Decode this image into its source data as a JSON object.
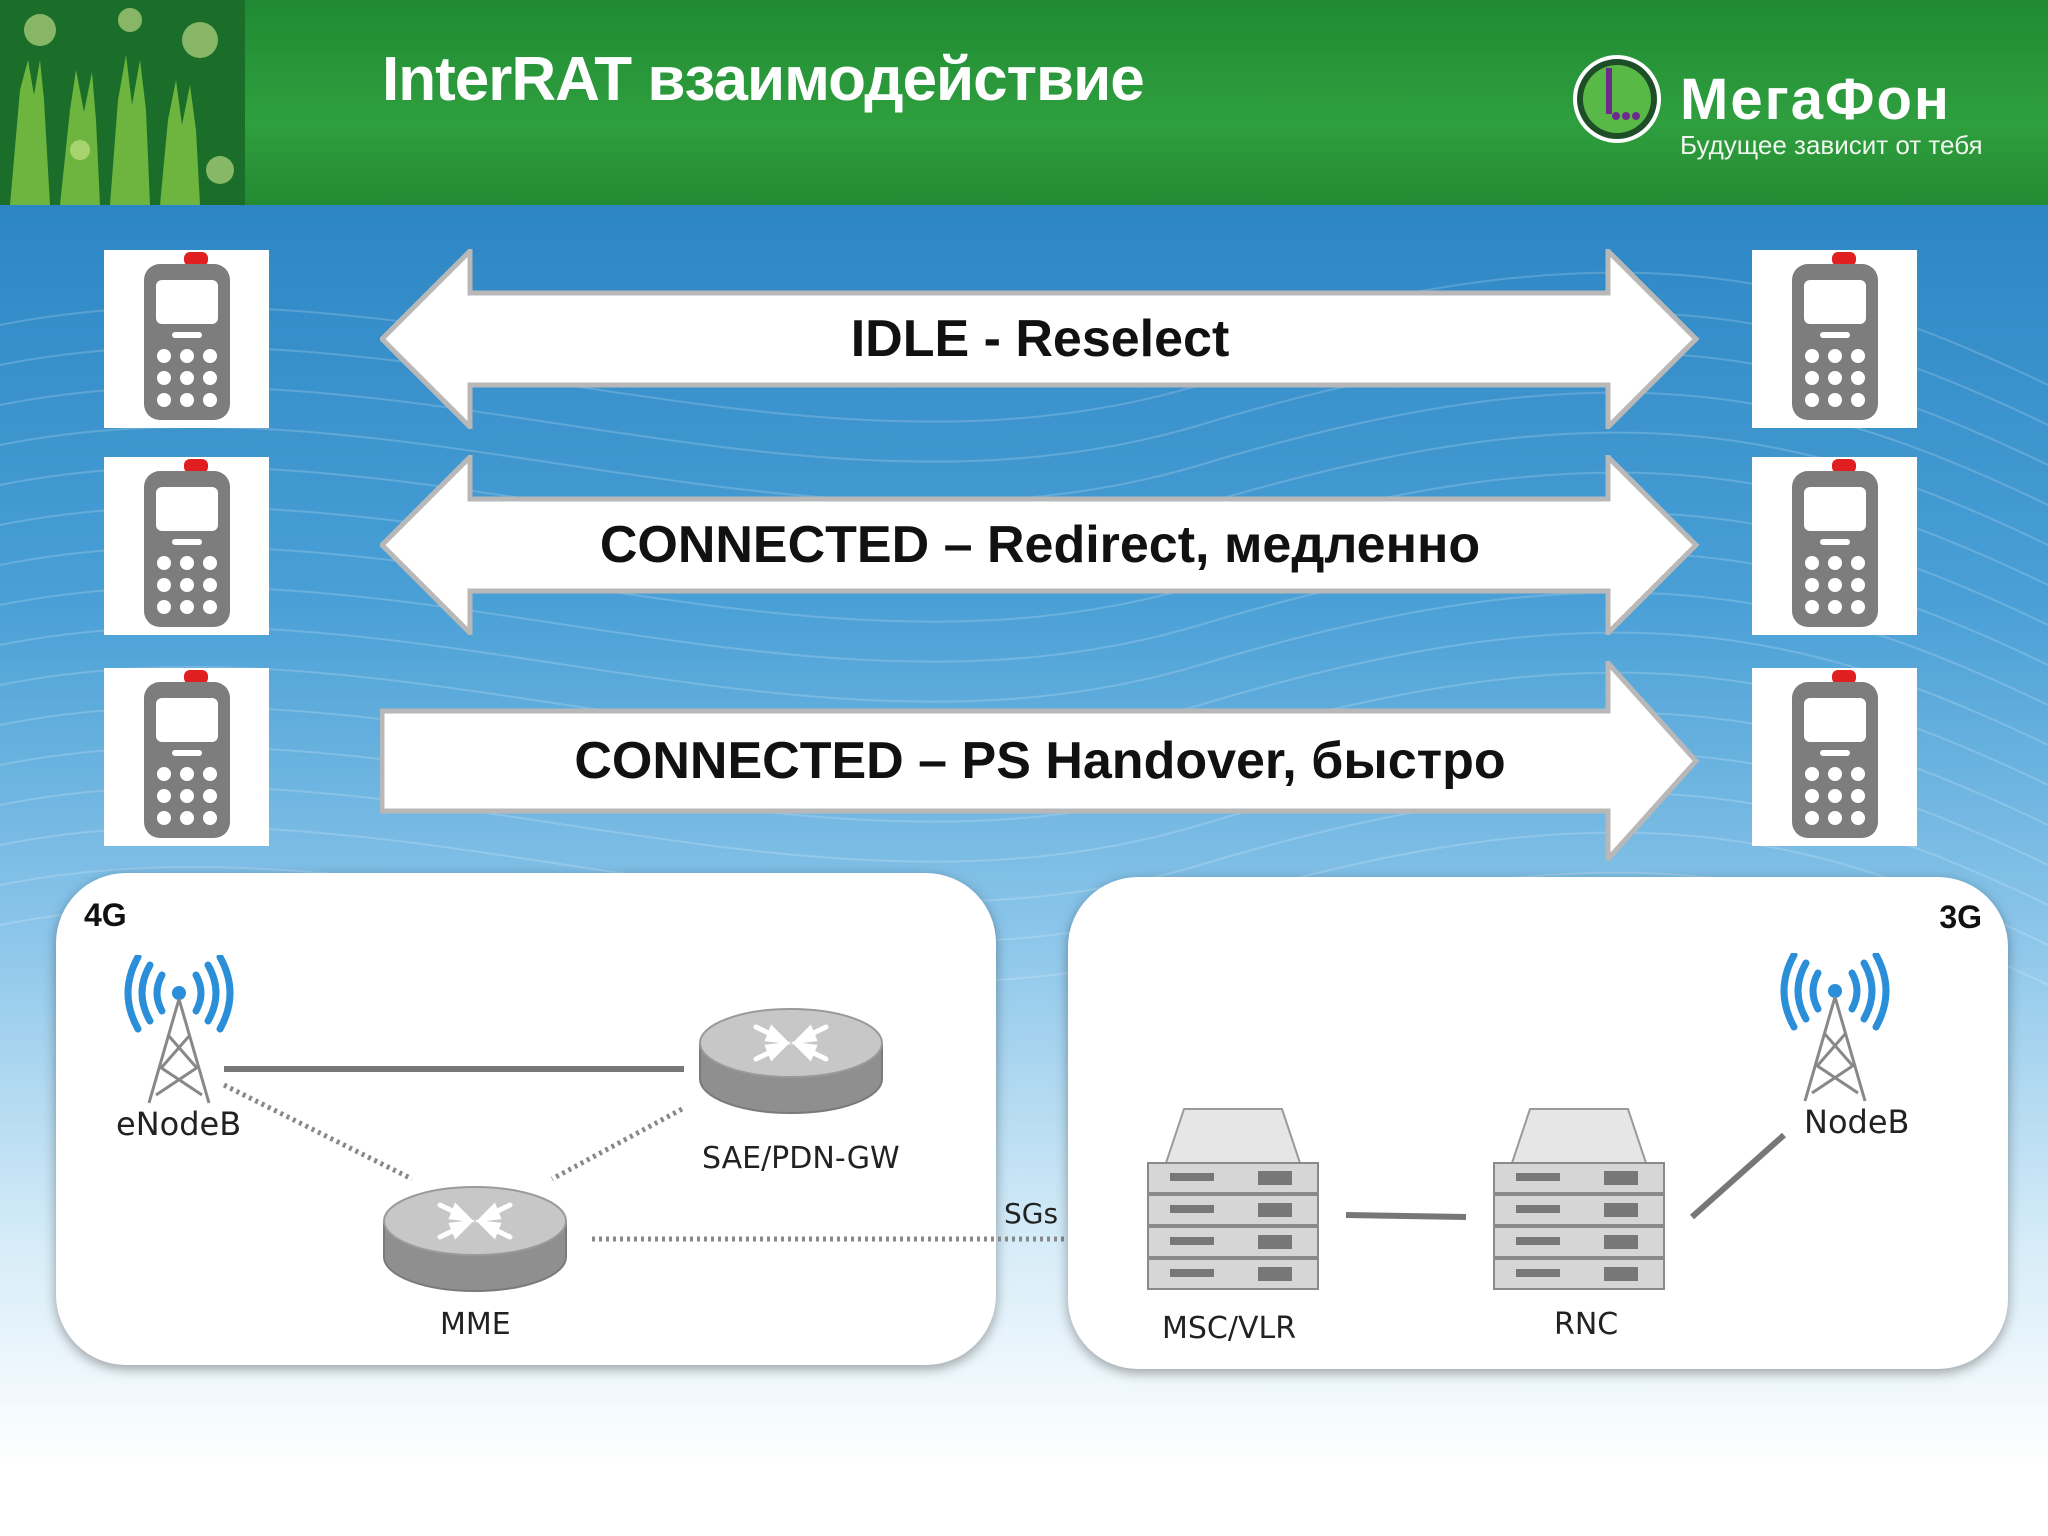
{
  "header": {
    "title": "InterRAT взаимодействие",
    "brand_name": "МегаФон",
    "tagline": "Будущее зависит от тебя",
    "color": "#2f9f3e"
  },
  "arrows": [
    {
      "label": "IDLE - Reselect",
      "direction": "bidirectional"
    },
    {
      "label": "CONNECTED – Redirect, медленно",
      "direction": "bidirectional"
    },
    {
      "label": "CONNECTED – PS Handover, быстро",
      "direction": "right"
    }
  ],
  "panel_4g": {
    "label": "4G",
    "nodes": {
      "enodeb": "eNodeB",
      "sae_pdn_gw": "SAE/PDN-GW",
      "mme": "MME"
    }
  },
  "panel_3g": {
    "label": "3G",
    "nodes": {
      "nodeb": "NodeB",
      "msc_vlr": "MSC/VLR",
      "rnc": "RNC"
    }
  },
  "interface_label": "SGs",
  "icons": [
    "phone-icon",
    "antenna-icon",
    "router-icon",
    "server-icon",
    "megafon-logo"
  ],
  "colors": {
    "accent_green": "#2f9f3e",
    "antenna_blue": "#2a8fd8",
    "phone_gray": "#7d7d7d",
    "phone_red": "#e02020"
  }
}
